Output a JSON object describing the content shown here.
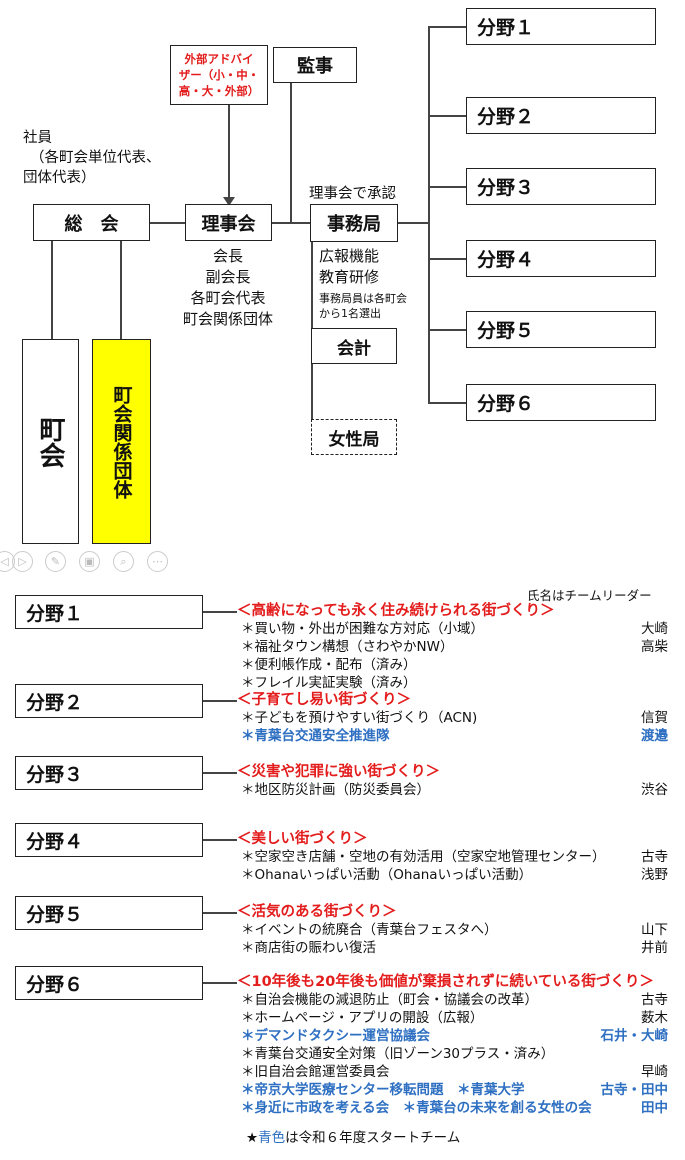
{
  "diagram": {
    "fields": [
      "分野１",
      "分野２",
      "分野３",
      "分野４",
      "分野５",
      "分野６"
    ],
    "kanji": "監事",
    "advisor": [
      "外部アドバイ",
      "ザー（小・中・",
      "高・大・外部）"
    ],
    "members_label": [
      "社員",
      "（各町会単位代表、",
      "団体代表）"
    ],
    "approval": "理事会で承認",
    "general_meeting": "総　会",
    "board": "理事会",
    "secretariat": "事務局",
    "board_members": [
      "会長",
      "副会長",
      "各町会代表",
      "町会関係団体"
    ],
    "sec_functions": [
      "広報機能",
      "教育研修"
    ],
    "sec_note": [
      "事務局員は各町会",
      "から1名選出"
    ],
    "accounting": "会計",
    "womens": "女性局",
    "town": "町会",
    "groups": "町会関係団体"
  },
  "list": {
    "leader_note": "氏名はチームリーダー",
    "sections": [
      {
        "label": "分野１",
        "title": "＜高齢になっても永く住み続けられる街づくり＞",
        "items": [
          {
            "text": "＊買い物・外出が困難な方対応（小域）",
            "name": "大崎",
            "blue": false
          },
          {
            "text": "＊福祉タウン構想（さわやかNW）",
            "name": "高柴",
            "blue": false
          },
          {
            "text": "＊便利帳作成・配布（済み）",
            "name": "",
            "blue": false
          },
          {
            "text": "＊フレイル実証実験（済み）",
            "name": "",
            "blue": false
          }
        ]
      },
      {
        "label": "分野２",
        "title": "＜子育てし易い街づくり＞",
        "items": [
          {
            "text": "＊子どもを預けやすい街づくり（ACN)",
            "name": "信賀",
            "blue": false
          },
          {
            "text": "＊青葉台交通安全推進隊",
            "name": "渡邉",
            "blue": true
          }
        ]
      },
      {
        "label": "分野３",
        "title": "＜災害や犯罪に強い街づくり＞",
        "items": [
          {
            "text": "＊地区防災計画（防災委員会）",
            "name": "渋谷",
            "blue": false
          }
        ]
      },
      {
        "label": "分野４",
        "title": "＜美しい街づくり＞",
        "items": [
          {
            "text": "＊空家空き店舗・空地の有効活用（空家空地管理センター）",
            "name": "古寺",
            "blue": false
          },
          {
            "text": "＊Ohanaいっぱい活動（Ohanaいっぱい活動）",
            "name": "浅野",
            "blue": false
          }
        ]
      },
      {
        "label": "分野５",
        "title": "＜活気のある街づくり＞",
        "items": [
          {
            "text": "＊イベントの統廃合（青葉台フェスタへ）",
            "name": "山下",
            "blue": false
          },
          {
            "text": "＊商店街の賑わい復活",
            "name": "井前",
            "blue": false
          }
        ]
      },
      {
        "label": "分野６",
        "title": "＜10年後も20年後も価値が棄損されずに続いている街づくり＞",
        "items": [
          {
            "text": "＊自治会機能の減退防止（町会・協議会の改革）",
            "name": "古寺",
            "blue": false
          },
          {
            "text": "＊ホームページ・アプリの開設（広報）",
            "name": "薮木",
            "blue": false
          },
          {
            "text": "＊デマンドタクシー運営協議会",
            "name": "石井・大崎",
            "blue": true
          },
          {
            "text": "＊青葉台交通安全対策（旧ゾーン30プラス・済み）",
            "name": "",
            "blue": false
          },
          {
            "text": "＊旧自治会館運営委員会",
            "name": "早崎",
            "blue": false
          },
          {
            "text": "＊帝京大学医療センター移転問題　＊青葉大学",
            "name": "古寺・田中",
            "blue": true
          },
          {
            "text": "＊身近に市政を考える会　＊青葉台の未来を創る女性の会",
            "name": "田中",
            "blue": true
          }
        ]
      }
    ],
    "footer_star": "★",
    "footer_blue": "青色",
    "footer_rest": "は令和６年度スタートチーム"
  },
  "toolbar": [
    "◁",
    "▷",
    "✎",
    "▣",
    "⌕",
    "⋯"
  ]
}
